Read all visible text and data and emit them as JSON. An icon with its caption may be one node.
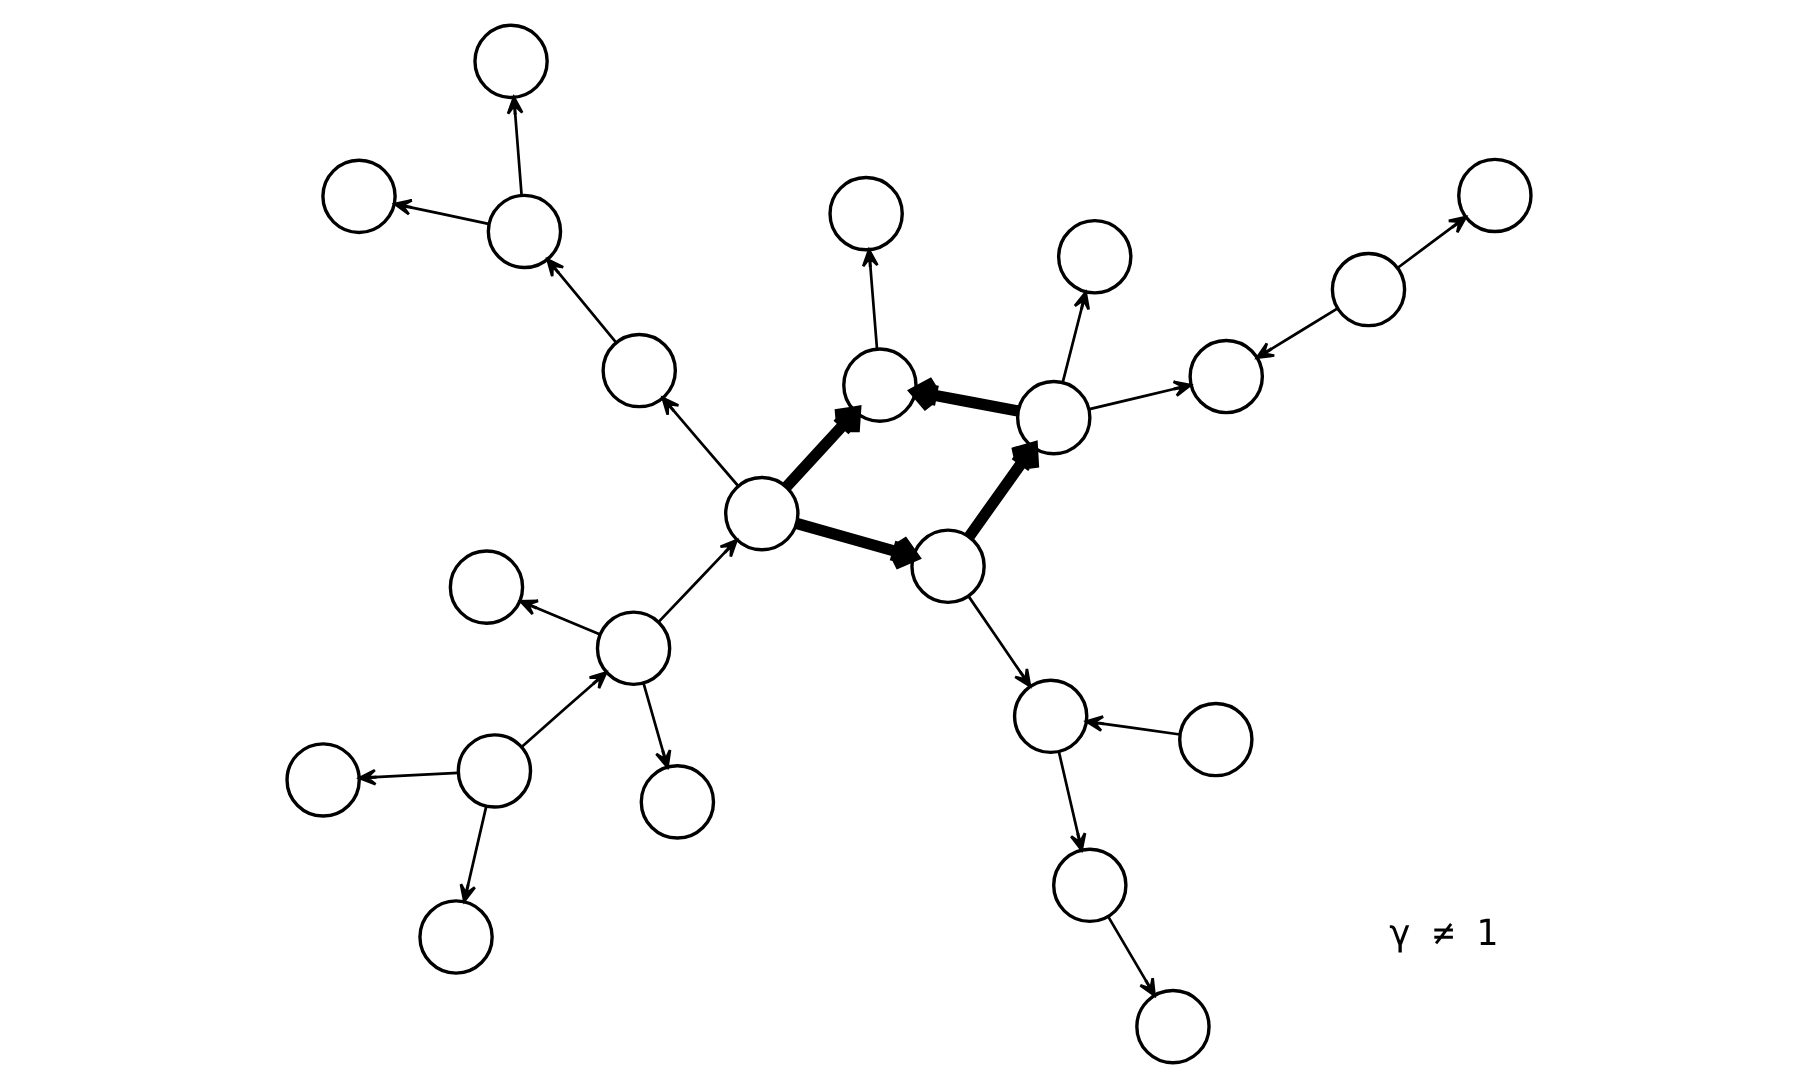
{
  "diagram": {
    "nodes": [
      {
        "text": [],
        "shape": "circle"
      },
      {
        "text": [],
        "shape": "circle"
      },
      {
        "text": [],
        "shape": "circle"
      },
      {
        "text": [],
        "shape": "circle"
      },
      {
        "text": [],
        "shape": "circle"
      },
      {
        "text": [],
        "shape": "circle"
      },
      {
        "text": [],
        "shape": "circle"
      },
      {
        "text": [],
        "shape": "circle"
      },
      {
        "text": [],
        "shape": "circle"
      },
      {
        "text": [],
        "shape": "circle"
      },
      {
        "text": [],
        "shape": "circle"
      },
      {
        "text": [],
        "shape": "circle"
      },
      {
        "text": [],
        "shape": "circle"
      },
      {
        "text": [],
        "shape": "circle"
      },
      {
        "text": [],
        "shape": "circle"
      },
      {
        "text": [],
        "shape": "circle"
      },
      {
        "text": [],
        "shape": "circle"
      },
      {
        "text": [],
        "shape": "circle"
      },
      {
        "text": [],
        "shape": "circle"
      },
      {
        "text": [],
        "shape": "circle"
      },
      {
        "text": [],
        "shape": "circle"
      },
      {
        "text": [],
        "shape": "circle"
      },
      {
        "text": [],
        "shape": "circle"
      }
    ],
    "edges": [
      {
        "from": 9,
        "to": 3,
        "arrow": "to"
      },
      {
        "from": 9,
        "to": 8,
        "arrow": "to"
      },
      {
        "from": 9,
        "to": 12,
        "arrow": "to"
      },
      {
        "from": 15,
        "to": 9,
        "arrow": "to"
      },
      {
        "from": 15,
        "to": 18,
        "arrow": "to"
      },
      {
        "from": 15,
        "to": 21,
        "arrow": "to"
      },
      {
        "from": 12,
        "to": 6,
        "arrow": "to"
      },
      {
        "from": 6,
        "to": 5,
        "arrow": "to"
      },
      {
        "from": 5,
        "to": 1,
        "arrow": "to"
      },
      {
        "from": 5,
        "to": 0,
        "arrow": "to"
      },
      {
        "from": 12,
        "to": 10,
        "arrow": "to",
        "style": "thick"
      },
      {
        "from": 10,
        "to": 16,
        "arrow": "to",
        "style": "thick"
      },
      {
        "from": 16,
        "to": 17,
        "arrow": "to",
        "style": "thick"
      },
      {
        "from": 12,
        "to": 17,
        "arrow": "to",
        "style": "thick"
      },
      {
        "from": 17,
        "to": 22,
        "arrow": "to"
      },
      {
        "from": 10,
        "to": 11,
        "arrow": "to"
      },
      {
        "from": 11,
        "to": 4,
        "arrow": "to"
      },
      {
        "from": 4,
        "to": 2,
        "arrow": "to"
      },
      {
        "from": 7,
        "to": 11,
        "arrow": "to"
      },
      {
        "from": 16,
        "to": 14,
        "arrow": "to"
      },
      {
        "from": 16,
        "to": 20,
        "arrow": "to"
      },
      {
        "from": 19,
        "to": 20,
        "arrow": "to"
      },
      {
        "from": 19,
        "to": 13,
        "arrow": "to"
      }
    ],
    "labels": [
      "γ ≠ 1"
    ]
  }
}
